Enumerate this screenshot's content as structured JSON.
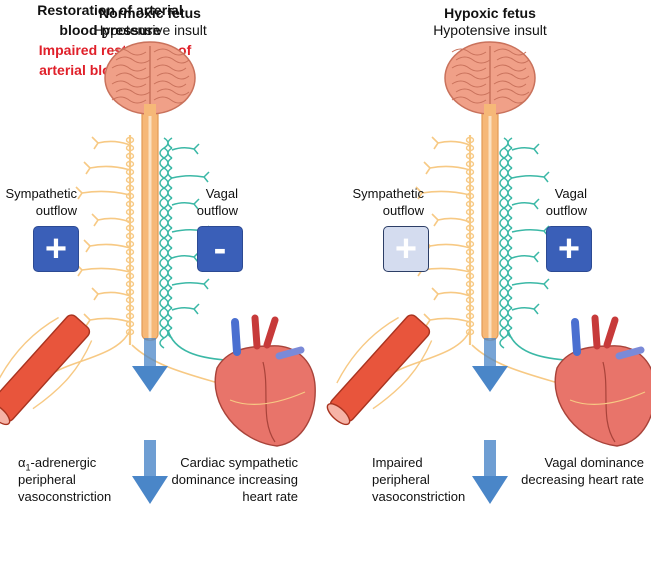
{
  "colors": {
    "sympathetic": "#f7c984",
    "vagal": "#3bb8a6",
    "spine": "#f6b878",
    "arrow": "#4a86c8",
    "sign_blue": "#3a5fb8",
    "sign_faded": "#d4dcef",
    "impaired_text": "#e0202a",
    "brain": "#f0a088",
    "heart": "#e8746a",
    "vessel": "#e8553c"
  },
  "left": {
    "title": "Normoxic fetus",
    "subtitle": "Hypotensive insult",
    "symp_label": "Sympathetic\noutflow",
    "vagal_label": "Vagal\noutflow",
    "symp_sign": "+",
    "vagal_sign": "-",
    "vessel_caption_alpha": "α",
    "vessel_caption_sub": "1",
    "vessel_caption_rest": "-adrenergic\nperipheral\nvasoconstriction",
    "heart_caption": "Cardiac sympathetic\ndominance  increasing\nheart rate",
    "result": "Restoration of arterial\nblood pressure"
  },
  "right": {
    "title": "Hypoxic fetus",
    "subtitle": "Hypotensive insult",
    "symp_label": "Sympathetic\noutflow",
    "vagal_label": "Vagal\noutflow",
    "symp_sign": "+",
    "vagal_sign": "+",
    "vessel_caption": "Impaired\nperipheral\nvasoconstriction",
    "heart_caption": "Vagal dominance\ndecreasing heart rate",
    "result": "Impaired restoration of\narterial blood pressure"
  }
}
